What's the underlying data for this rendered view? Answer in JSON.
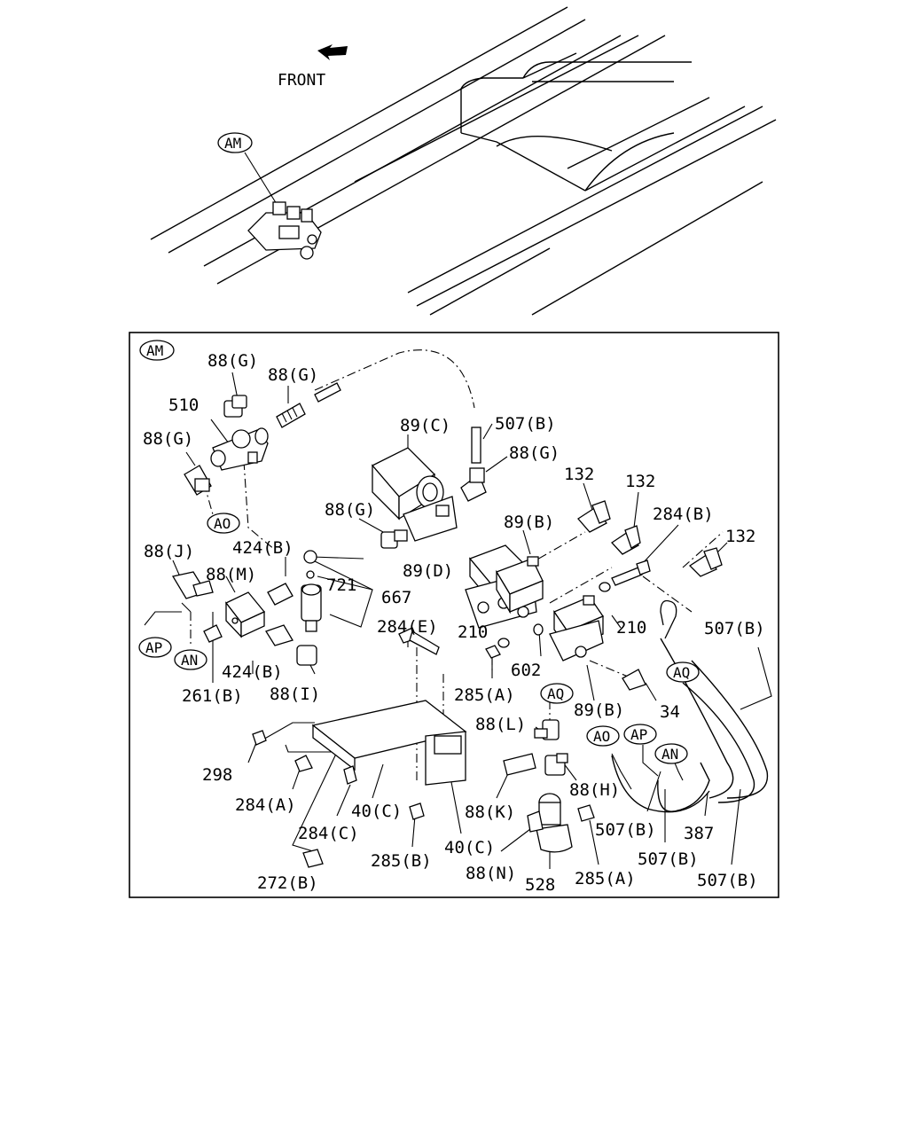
{
  "overview": {
    "direction_label": "FRONT",
    "callout": "AM"
  },
  "detail": {
    "frame_callout": "AM",
    "part_labels": [
      "88(G)",
      "88(G)",
      "510",
      "88(G)",
      "89(C)",
      "507(B)",
      "88(G)",
      "132",
      "132",
      "284(B)",
      "132",
      "88(G)",
      "89(B)",
      "424(B)",
      "88(J)",
      "88(M)",
      "721",
      "89(D)",
      "667",
      "284(E)",
      "210",
      "210",
      "507(B)",
      "602",
      "424(B)",
      "88(I)",
      "261(B)",
      "285(A)",
      "89(B)",
      "34",
      "88(L)",
      "298",
      "88(H)",
      "284(A)",
      "40(C)",
      "88(K)",
      "284(C)",
      "507(B)",
      "387",
      "40(C)",
      "285(B)",
      "507(B)",
      "88(N)",
      "285(A)",
      "272(B)",
      "528",
      "507(B)"
    ],
    "connector_callouts": [
      "AO",
      "AP",
      "AN",
      "AQ",
      "AQ",
      "AO",
      "AP",
      "AN"
    ]
  }
}
